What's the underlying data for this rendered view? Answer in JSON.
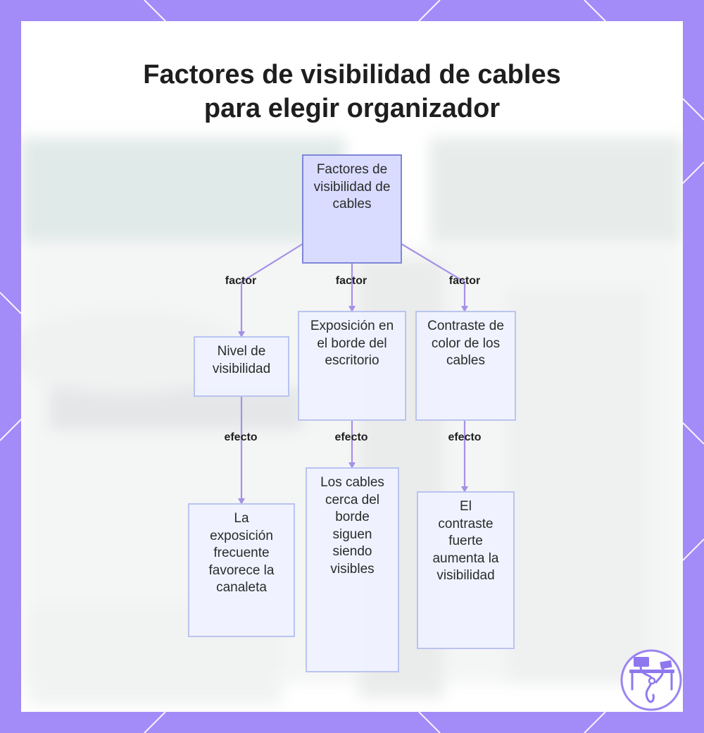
{
  "title_lines": [
    "Factores de visibilidad de cables",
    "para elegir organizador"
  ],
  "root": "Factores de visibilidad de cables",
  "branches": [
    {
      "edge_top": "factor",
      "node": "Nivel de visibilidad",
      "edge_bottom": "efecto",
      "result": "La exposición frecuente favorece la canaleta"
    },
    {
      "edge_top": "factor",
      "node": "Exposición en el borde del escritorio",
      "edge_bottom": "efecto",
      "result": "Los cables cerca del borde siguen siendo visibles"
    },
    {
      "edge_top": "factor",
      "node": "Contraste de color de los cables",
      "edge_bottom": "efecto",
      "result": "El contraste fuerte aumenta la visibilidad"
    }
  ],
  "colors": {
    "frame": "#a38bf8",
    "edge": "#a691e6",
    "node_fill": "#eff2ff",
    "node_border": "#b9c4ef",
    "root_fill": "#d9dcff",
    "root_border": "#7f86d6",
    "title": "#1e1e1e"
  },
  "icons": [
    "desk-cable-logo-icon"
  ]
}
